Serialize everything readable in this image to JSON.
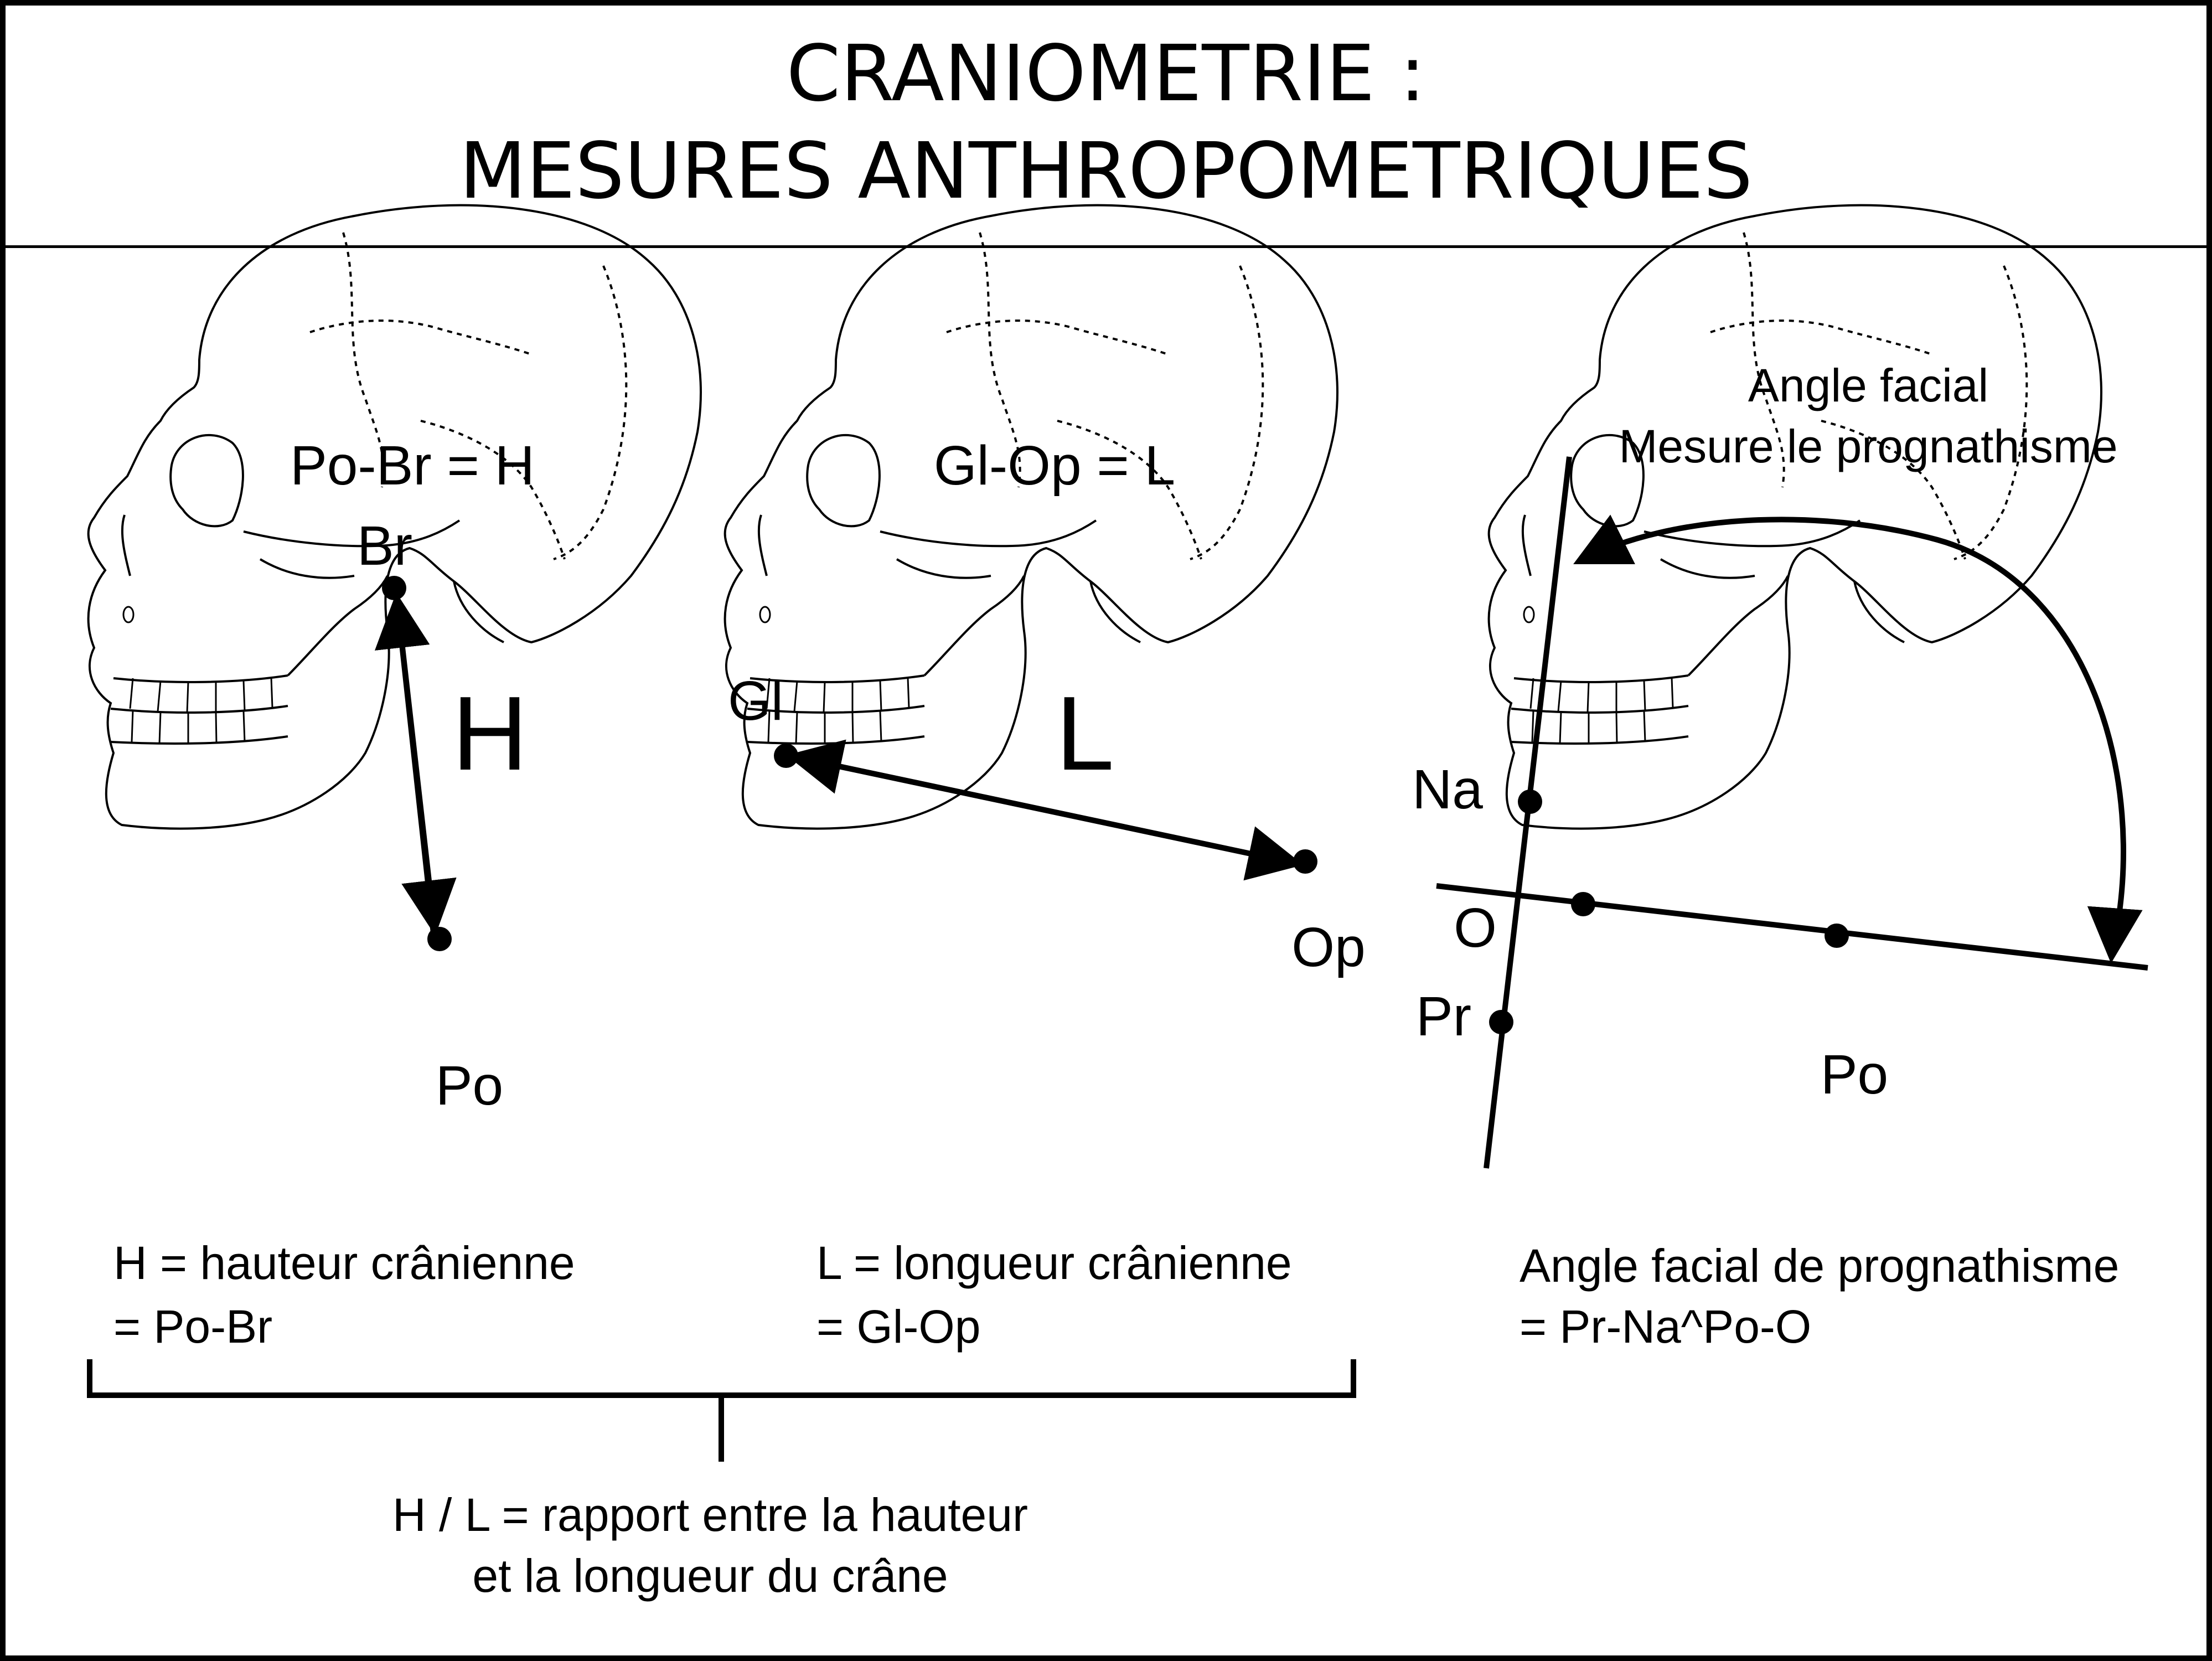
{
  "title": {
    "line1": "CRANIOMETRIE :",
    "line2": "MESURES ANTHROPOMETRIQUES"
  },
  "panel_height": {
    "formula": "Po-Br = H",
    "label_br": "Br",
    "label_po": "Po",
    "letter": "H",
    "caption1": "H = hauteur crânienne",
    "caption2": "= Po-Br"
  },
  "panel_length": {
    "formula": "Gl-Op = L",
    "label_gl": "Gl",
    "label_op": "Op",
    "letter": "L",
    "caption1": "L = longueur crânienne",
    "caption2": "= Gl-Op"
  },
  "panel_angle": {
    "heading1": "Angle facial",
    "heading2": "Mesure le prognathisme",
    "label_na": "Na",
    "label_o": "O",
    "label_pr": "Pr",
    "label_po": "Po",
    "caption1": "Angle facial de prognathisme",
    "caption2": "= Pr-Na^Po-O"
  },
  "ratio": {
    "line1": "H / L = rapport entre la hauteur",
    "line2": "et la longueur du crâne"
  },
  "colors": {
    "ink": "#000000",
    "paper": "#ffffff"
  }
}
